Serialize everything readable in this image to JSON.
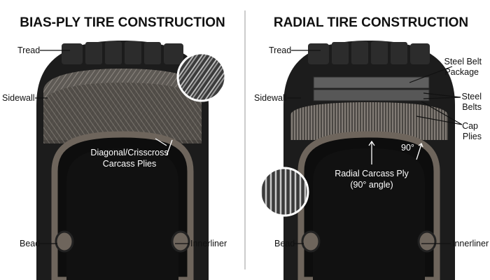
{
  "bias_ply": {
    "title": "BIAS-PLY TIRE CONSTRUCTION",
    "labels": {
      "tread": "Tread",
      "sidewall": "Sidewall",
      "carcass_line1": "Diagonal/Crisscross",
      "carcass_line2": "Carcass Plies",
      "bead": "Bead",
      "innerliner": "Innerliner"
    }
  },
  "radial": {
    "title": "RADIAL TIRE CONSTRUCTION",
    "labels": {
      "tread": "Tread",
      "sidewall": "Sidewall",
      "steel_belt_package_line1": "Steel Belt",
      "steel_belt_package_line2": "Package",
      "steel_belts_line1": "Steel",
      "steel_belts_line2": "Belts",
      "cap_plies_line1": "Cap",
      "cap_plies_line2": "Plies",
      "angle": "90°",
      "carcass_line1": "Radial Carcass Ply",
      "carcass_line2": "(90° angle)",
      "bead": "Bead",
      "innerliner": "Innerliner"
    }
  }
}
